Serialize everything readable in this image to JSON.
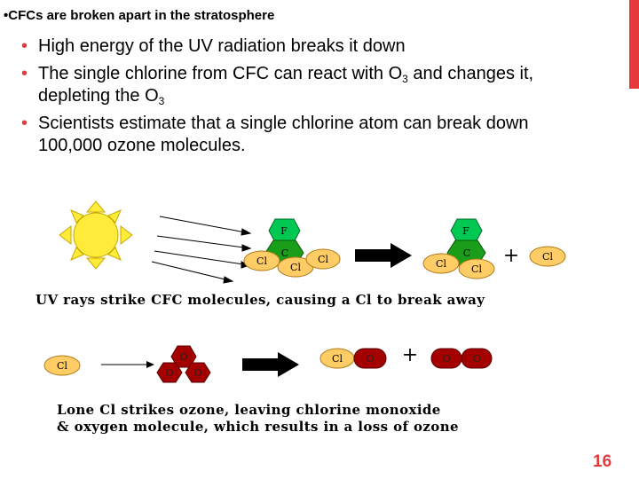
{
  "heading": "•CFCs are broken apart in the stratosphere",
  "bullets": [
    {
      "text": "High energy of the UV radiation breaks it down"
    },
    {
      "pre": "The single chlorine from CFC can react with O",
      "sub1": "3",
      "mid": " and changes it, depleting the O",
      "sub2": "3"
    },
    {
      "text": "Scientists estimate that a single chlorine atom can break down 100,000 ozone molecules."
    }
  ],
  "bullet_char": "•",
  "figure": {
    "atoms": {
      "F": "F",
      "C": "C",
      "Cl": "Cl",
      "O": "O"
    },
    "plus": "+",
    "caption1": "UV rays strike CFC molecules, causing a Cl to break away",
    "caption2_line1": "Lone Cl strikes ozone, leaving chlorine monoxide",
    "caption2_line2": "& oxygen molecule, which results in a loss of ozone"
  },
  "page_number": "16",
  "colors": {
    "accent": "#e5393b",
    "sun": "#ffec3a",
    "fluorine": "#00c853",
    "carbon": "#1a9e1a",
    "chlorine": "#ffcc66",
    "oxygen": "#a40000"
  }
}
